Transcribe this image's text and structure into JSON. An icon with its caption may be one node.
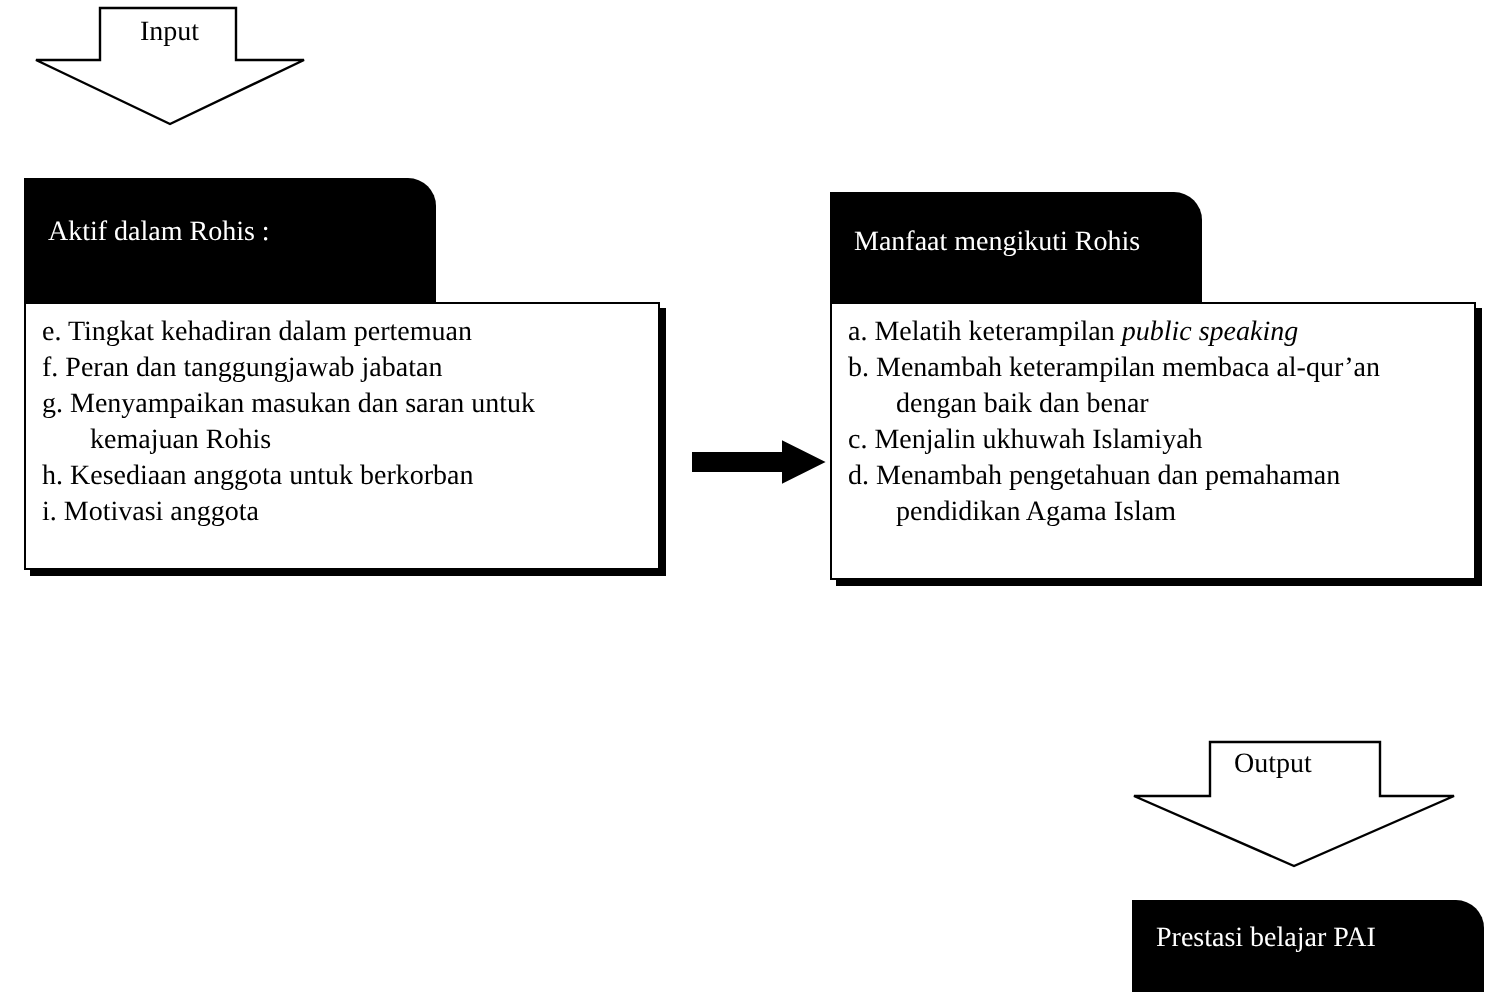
{
  "diagram": {
    "nodes": [
      {
        "text": [
          "Input"
        ]
      },
      {
        "text": [
          "Aktif dalam Rohis :"
        ]
      },
      {
        "text": [
          "e. Tingkat kehadiran dalam pertemuan",
          "f. Peran dan tanggungjawab jabatan",
          "g. Menyampaikan masukan dan saran untuk kemajuan Rohis",
          "h. Kesediaan anggota untuk berkorban",
          "i. Motivasi anggota"
        ]
      },
      {
        "text": [
          "Manfaat mengikuti Rohis"
        ]
      },
      {
        "text": [
          "a. Melatih keterampilan *public speaking*",
          "b. Menambah keterampilan membaca al-qur’an dengan baik dan benar",
          "c. Menjalin ukhuwah Islamiyah",
          "d. Menambah pengetahuan dan pemahaman pendidikan Agama Islam"
        ]
      },
      {
        "text": [
          "Output"
        ]
      },
      {
        "text": [
          "Prestasi belajar PAI"
        ]
      }
    ],
    "edges": [
      {
        "from": 2,
        "to": 4,
        "arrow": "to"
      }
    ]
  }
}
